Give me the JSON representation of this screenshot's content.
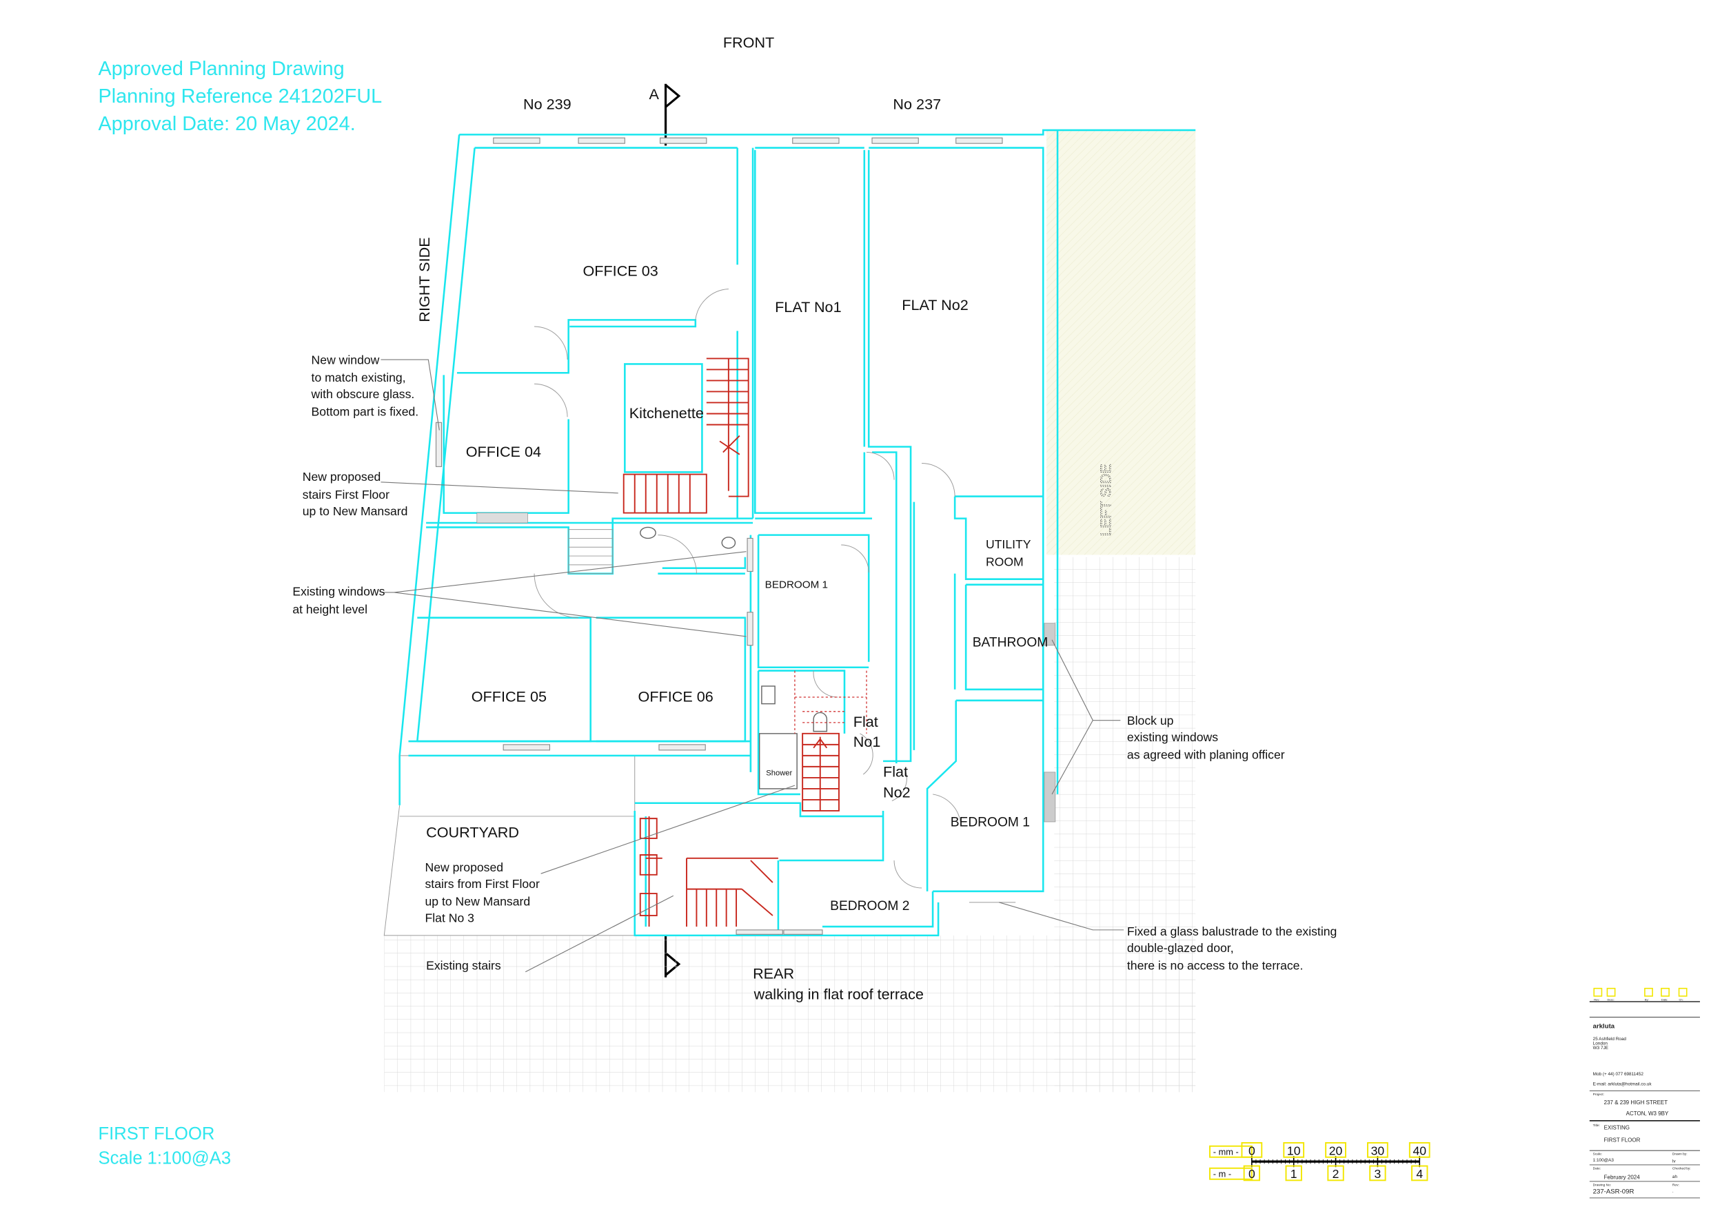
{
  "stamp": {
    "line1": "Approved Planning Drawing",
    "line2": "Planning Reference 241202FUL",
    "line3": "Approval Date: 20 May 2024."
  },
  "orientation": {
    "front": "FRONT",
    "rear": "REAR",
    "rear_sub": "walking in flat roof terrace",
    "right_side": "RIGHT SIDE",
    "left_side": "LEFT SIDE",
    "section_mark": "A"
  },
  "neighbours": {
    "left": "No 239",
    "right": "No 237"
  },
  "rooms": {
    "office03": "OFFICE 03",
    "office04": "OFFICE 04",
    "office05": "OFFICE 05",
    "office06": "OFFICE 06",
    "kitchenette": "Kitchenette",
    "flat1": "FLAT No1",
    "flat2": "FLAT No2",
    "bedroom1_upper": "BEDROOM  1",
    "utility1": "UTILITY",
    "utility2": "ROOM",
    "bathroom": "BATHROOM",
    "flatno1_a": "Flat",
    "flatno1_b": "No1",
    "flatno2_a": "Flat",
    "flatno2_b": "No2",
    "bedroom1_lower": "BEDROOM 1",
    "bedroom2": "BEDROOM 2",
    "shower": "Shower",
    "courtyard": "COURTYARD"
  },
  "notes": {
    "new_window": [
      "New window",
      "to match existing,",
      "with obscure glass.",
      "Bottom part is fixed."
    ],
    "new_stairs_first": [
      "New proposed",
      "stairs First Floor",
      "up to New Mansard"
    ],
    "existing_windows": [
      "Existing windows",
      "at height level"
    ],
    "block_up": [
      "Block up",
      "existing windows",
      "as agreed with planing officer"
    ],
    "new_stairs_flat3": [
      "New proposed",
      "stairs from First Floor",
      "up to New Mansard",
      "Flat No 3"
    ],
    "existing_stairs": "Existing stairs",
    "balustrade": [
      "Fixed a glass balustrade to the existing",
      "double-glazed door,",
      "there is no access to the terrace."
    ]
  },
  "drawing_label": {
    "title": "FIRST FLOOR",
    "scale": "Scale 1:100@A3"
  },
  "scale_bar": {
    "mm_label": "- mm -",
    "m_label": "- m -",
    "mm_ticks": [
      "0",
      "10",
      "20",
      "30",
      "40"
    ],
    "m_ticks": [
      "0",
      "1",
      "2",
      "3",
      "4"
    ]
  },
  "title_block": {
    "rev_headers": [
      "Rev:",
      "Desc:",
      "By:",
      "Date:",
      "Ch:"
    ],
    "company": "arkluta",
    "address": [
      "25 Ashfield Road",
      "London",
      "W3 7JE"
    ],
    "mobile": "Mob (+ 44) 077 69811452",
    "email": "E-mail: arkluta@hotmail.co.uk",
    "project_label": "Project:",
    "project": [
      "237 & 239 HIGH STREET",
      "ACTON, W3 9BY"
    ],
    "title_label": "Title:",
    "title": [
      "EXISTING",
      "FIRST FLOOR"
    ],
    "scale_label": "Scale:",
    "scale": "1:100@A3",
    "drawn_by_label": "Drawn by:",
    "drawn_by": "lv",
    "date_label": "Date:",
    "date": "February  2024",
    "checked_by_label": "Checked by:",
    "checked_by": "ah",
    "drawing_no_label": "Drawing No:",
    "drawing_no": "237-ASR-09R",
    "rev_label": "Rev:",
    "rev": "."
  },
  "colors": {
    "walls": "#19e6ee",
    "stamp": "#2ee6ee",
    "stairs": "#c8281e",
    "side_fill": "#f7f7e4"
  }
}
